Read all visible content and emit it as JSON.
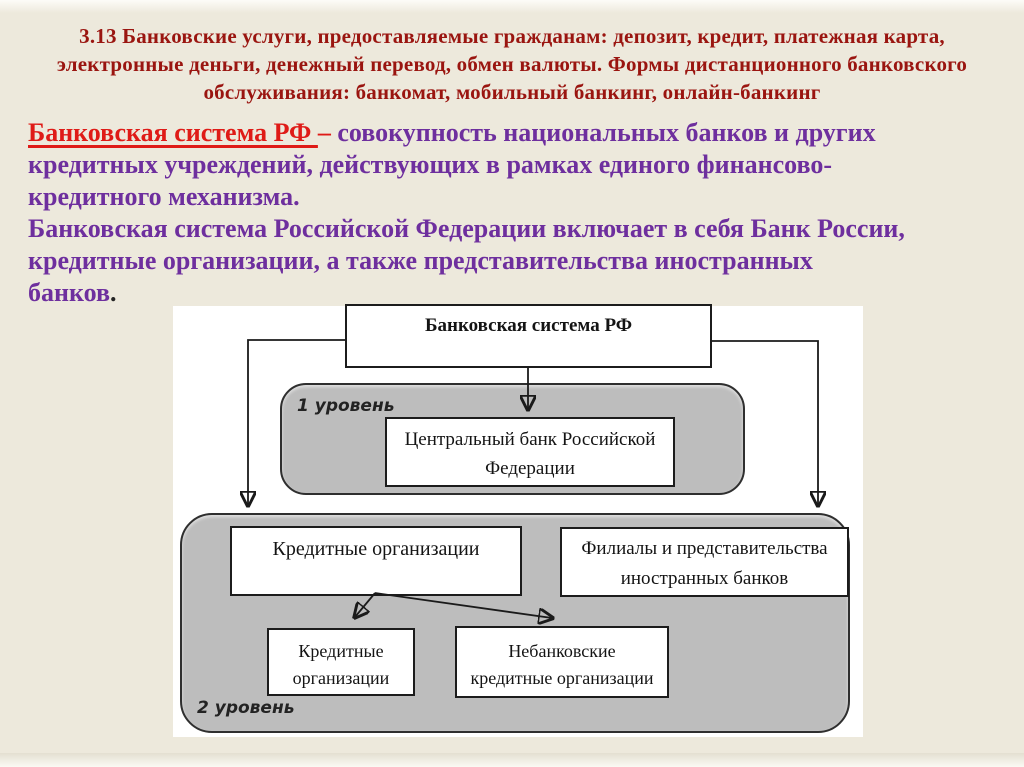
{
  "slide_title": {
    "lines": [
      "3.13 Банковские услуги, предоставляемые гражданам: депозит, кредит, платежная карта,",
      "электронные деньги, денежный перевод, обмен валюты. Формы дистанционного банковского",
      "обслуживания: банкомат, мобильный банкинг, онлайн-банкинг"
    ]
  },
  "body": {
    "line1_term": "Банковская система РФ ",
    "line1_dash": "– ",
    "line1_rest": "совокупность национальных банков и других",
    "line2": "кредитных учреждений, действующих в рамках единого финансово-",
    "line3": "кредитного механизма.",
    "line4": "Банковская система Российской Федерации включает в себя Банк России,",
    "line5": "кредитные организации, а также представительства иностранных",
    "line6_word": "банков",
    "line6_period": "."
  },
  "diagram": {
    "root_box": "Банковская система РФ",
    "level1": {
      "label": "1 уровень",
      "central_bank_line1": "Центральный  банк Российской",
      "central_bank_line2": "Федерации"
    },
    "level2": {
      "label": "2 уровень",
      "credit_orgs": "Кредитные организации",
      "foreign_line1": "Филиалы и представительства",
      "foreign_line2": "иностранных банков",
      "credit_orgs_small_line1": "Кредитные",
      "credit_orgs_small_line2": "организации",
      "nonbank_line1": "Небанковские",
      "nonbank_line2": "кредитные организации"
    }
  },
  "colors": {
    "background": "#EDE9DC",
    "title_red": "#9A1510",
    "term_red": "#DF1B17",
    "body_purple": "#6E2F9E",
    "container_gray": "#BDBDBD",
    "line_black": "#1A1A1A",
    "box_white": "#FFFFFF"
  }
}
